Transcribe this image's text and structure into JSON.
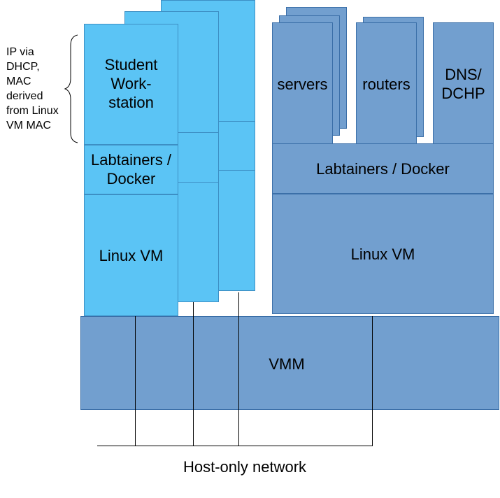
{
  "diagram": {
    "annotation": "IP via\nDHCP,\nMAC\nderived\nfrom Linux\nVM MAC",
    "student": {
      "workstation": "Student\nWork-\nstation",
      "labtainers": "Labtainers /\nDocker",
      "linux_vm": "Linux VM"
    },
    "network_side": {
      "servers": "servers",
      "routers": "routers",
      "dns": "DNS/\nDCHP",
      "labtainers": "Labtainers / Docker",
      "linux_vm": "Linux VM"
    },
    "vmm": "VMM",
    "network": "Host-only network"
  },
  "colors": {
    "student_fill": "#5bc4f5",
    "network_fill": "#729fcf",
    "line": "#000000"
  }
}
